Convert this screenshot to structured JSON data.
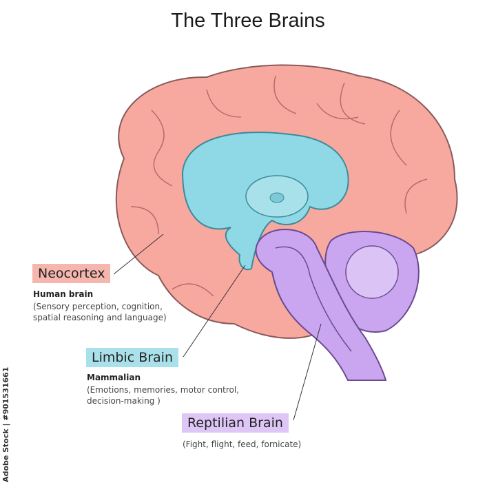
{
  "title": "The Three Brains",
  "labels": {
    "neocortex": {
      "name": "Neocortex",
      "subtitle": "Human brain",
      "description_line1": "(Sensory perception, cognition,",
      "description_line2": "spatial reasoning and language)",
      "color": "#f6b6ae"
    },
    "limbic": {
      "name": "Limbic Brain",
      "subtitle": "Mammalian",
      "description_line1": "(Emotions, memories, motor control,",
      "description_line2": "decision-making )",
      "color": "#a9e1ea"
    },
    "reptilian": {
      "name": "Reptilian Brain",
      "description_line1": "(Fight, flight, feed, fornicate)",
      "color": "#dec6f6"
    }
  },
  "watermark": "Adobe Stock | #901531661",
  "colors": {
    "cortex": "#f7a9a0",
    "limbic": "#8fd8e6",
    "brainstem": "#c9a6ef",
    "outline": "#6a5a70"
  }
}
